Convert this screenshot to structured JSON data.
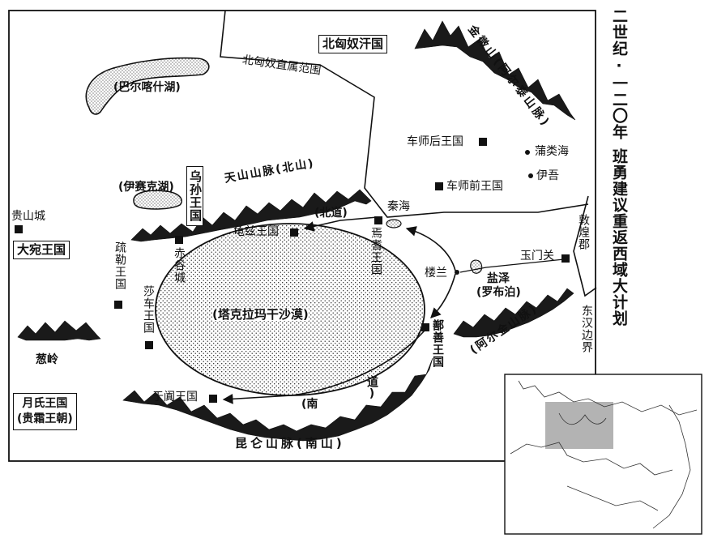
{
  "title": {
    "period": "二世纪·一二〇年",
    "main": "班勇建议重返西域大计划"
  },
  "labels": {
    "xiongnu_chanyu": "北匈奴汗国",
    "xiongnu_zone": "北匈奴直属范围",
    "balkhash": "(巴尔喀什湖)",
    "jinwei_altai": "金微山(阿尔泰山脉)",
    "jushi_hou": "车师后王国",
    "jushi_qian": "车师前王国",
    "pulei": "蒲类海",
    "yiwu": "伊吾",
    "issyk": "(伊赛克湖)",
    "wusun": "乌孙王国",
    "tianshan": "天山山脉(北山)",
    "guishan": "贵山城",
    "dayuan": "大宛王国",
    "qinhai": "秦海",
    "north_road": "(北道)",
    "qiuci": "龟兹王国",
    "yanqi": "焉耆王国",
    "dunhuang": "敦煌郡",
    "yumen": "玉门关",
    "loulan": "楼兰",
    "yanze": "盐泽",
    "lopnur": "(罗布泊)",
    "shule": "疏勒王国",
    "chigu": "赤谷城",
    "suoche": "莎车王国",
    "taklamakan": "(塔克拉玛干沙漠)",
    "eastern_han_border": "东汉边界",
    "altun": "(阿尔金山脉)",
    "shanshan": "鄯善王国",
    "congling": "葱岭",
    "yuezhi_line1": "月氏王国",
    "yuezhi_line2": "(贵霜王朝)",
    "yutian": "于阗王国",
    "south_road_1": "(南",
    "south_road_2": "道)",
    "kunlun": "昆仑山脉(南山)"
  },
  "colors": {
    "ink": "#111111",
    "background": "#ffffff",
    "inset_highlight": "#b3b3b3"
  }
}
